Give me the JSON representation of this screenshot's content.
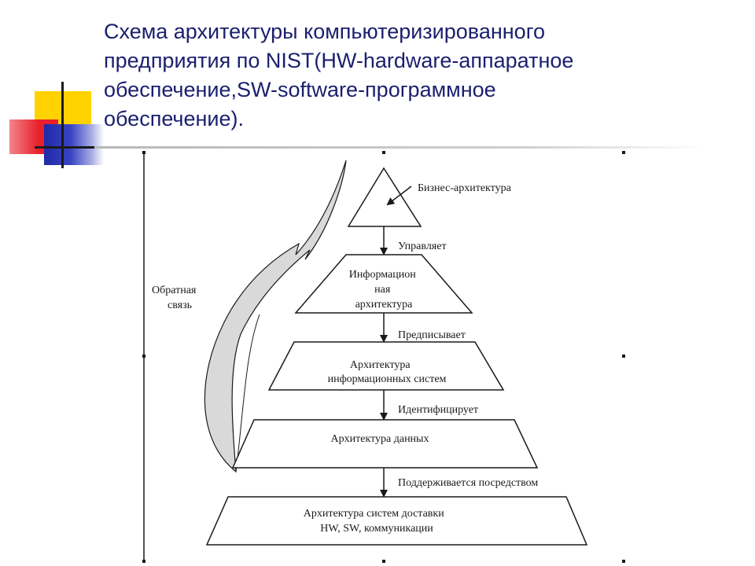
{
  "slide": {
    "title_lines": [
      "Схема архитектуры компьютеризированного",
      "предприятия по NIST(HW-hardware-аппаратное",
      "обеспечение,SW-software-программное",
      "обеспечение)."
    ]
  },
  "diagram": {
    "feedback_label": [
      "Обратная",
      "связь"
    ],
    "levels": [
      {
        "name": "business",
        "lines": [
          "Бизнес-архитектура"
        ]
      },
      {
        "name": "information",
        "lines": [
          "Информацион",
          "ная",
          "архитектура"
        ]
      },
      {
        "name": "is",
        "lines": [
          "Архитектура",
          "информационных систем"
        ]
      },
      {
        "name": "data",
        "lines": [
          "Архитектура данных"
        ]
      },
      {
        "name": "delivery",
        "lines": [
          "Архитектура систем доставки",
          "HW, SW, коммуникации"
        ]
      }
    ],
    "connectors": [
      "Управляет",
      "Предписывает",
      "Идентифицирует",
      "Поддерживается посредством"
    ]
  },
  "colors": {
    "title": "#1a1f6e",
    "deco_yellow": "#ffd200",
    "deco_red": "#e8202a",
    "deco_blue": "#1f2aa8",
    "feedback_fill": "#d9d9d9"
  }
}
